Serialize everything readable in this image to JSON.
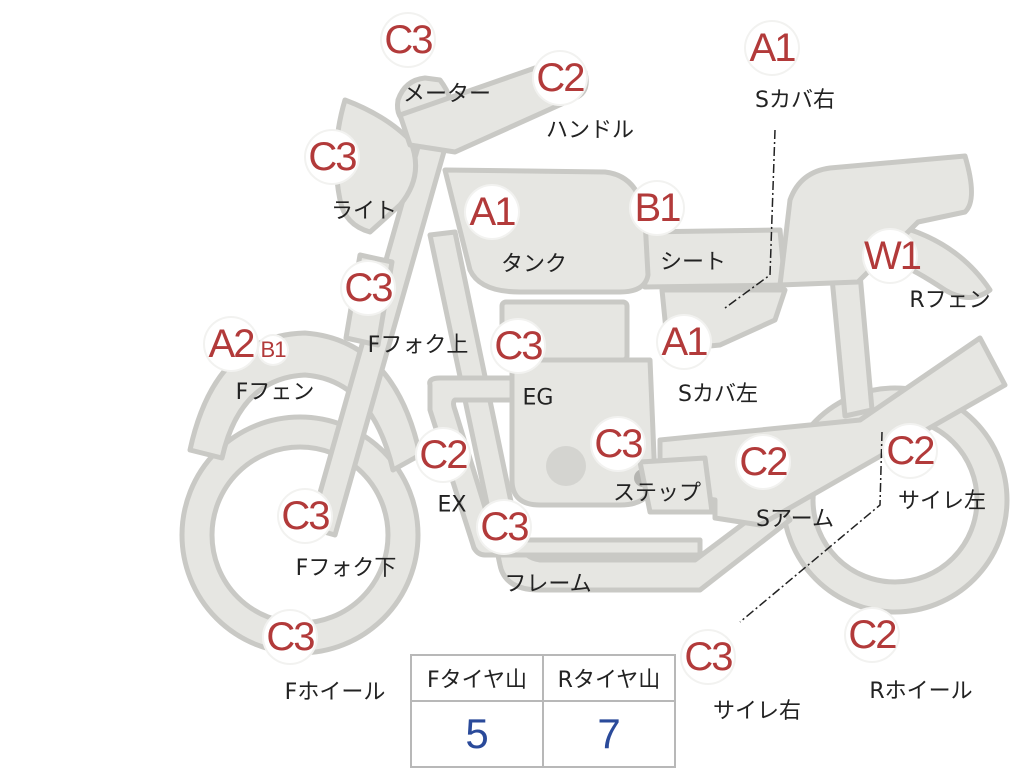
{
  "badges": [
    {
      "id": "meter",
      "code": "C3"
    },
    {
      "id": "handle",
      "code": "C2"
    },
    {
      "id": "light",
      "code": "C3"
    },
    {
      "id": "tank",
      "code": "A1"
    },
    {
      "id": "seat",
      "code": "B1"
    },
    {
      "id": "scover-right",
      "code": "A1"
    },
    {
      "id": "rfender",
      "code": "W1"
    },
    {
      "id": "ffork-upper",
      "code": "C3"
    },
    {
      "id": "ffender",
      "code": "A2"
    },
    {
      "id": "ffender-sub",
      "code": "B1"
    },
    {
      "id": "engine",
      "code": "C3"
    },
    {
      "id": "scover-left",
      "code": "A1"
    },
    {
      "id": "exhaust",
      "code": "C2"
    },
    {
      "id": "step",
      "code": "C3"
    },
    {
      "id": "swingarm",
      "code": "C2"
    },
    {
      "id": "silencer-left",
      "code": "C2"
    },
    {
      "id": "ffork-lower",
      "code": "C3"
    },
    {
      "id": "frame",
      "code": "C3"
    },
    {
      "id": "fwheel",
      "code": "C3"
    },
    {
      "id": "silencer-right",
      "code": "C3"
    },
    {
      "id": "rwheel",
      "code": "C2"
    }
  ],
  "labels": {
    "meter": "メーター",
    "handle": "ハンドル",
    "light": "ライト",
    "tank": "タンク",
    "seat": "シート",
    "scover_right": "Sカバ右",
    "rfender": "Rフェン",
    "ffork_upper": "Fフォク上",
    "ffender": "Fフェン",
    "engine": "EG",
    "scover_left": "Sカバ左",
    "exhaust": "EX",
    "step": "ステップ",
    "swingarm": "Sアーム",
    "silencer_left": "サイレ左",
    "ffork_lower": "Fフォク下",
    "frame": "フレーム",
    "fwheel": "Fホイール",
    "silencer_right": "サイレ右",
    "rwheel": "Rホイール"
  },
  "tire_table": {
    "headers": [
      "Fタイヤ山",
      "Rタイヤ山"
    ],
    "values": [
      "5",
      "7"
    ]
  },
  "colors": {
    "grade_code": "#b23a3a",
    "tire_value": "#2a4a9a",
    "bike_fill": "#e6e6e2",
    "bike_outline": "#c9c9c5"
  }
}
